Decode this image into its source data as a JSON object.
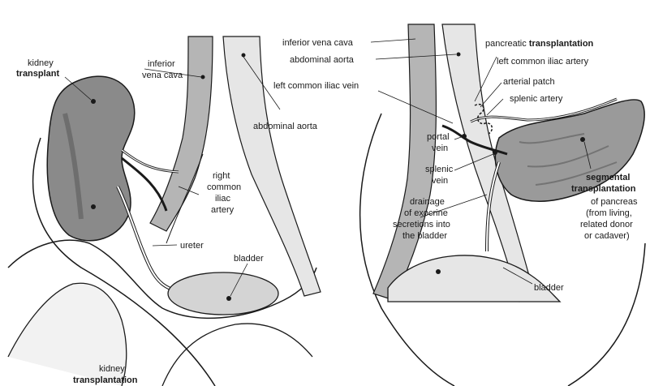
{
  "left_panel": {
    "kidney_label_line1": "kidney",
    "kidney_label_line2": "transplant",
    "ivc_line1": "inferior",
    "ivc_line2": "vena cava",
    "aorta": "abdominal aorta",
    "iliac_line1": "right",
    "iliac_line2": "common",
    "iliac_line3": "iliac",
    "iliac_line4": "artery",
    "ureter": "ureter",
    "bladder": "bladder",
    "caption_line1": "kidney",
    "caption_line2": "transplantation"
  },
  "right_panel": {
    "ivc": "inferior vena cava",
    "aorta": "abdominal aorta",
    "pancreatic_prefix": "pancreatic",
    "pancreatic_bold": "transplantation",
    "left_iliac_artery": "left common iliac artery",
    "left_iliac_vein": "left common iliac vein",
    "arterial_patch": "arterial patch",
    "splenic_artery": "splenic artery",
    "portal_line1": "portal",
    "portal_line2": "vein",
    "splenic_vein_line1": "splenic",
    "splenic_vein_line2": "vein",
    "drainage_line1": "drainage",
    "drainage_line2": "of exocrine",
    "drainage_line3": "secretions into",
    "drainage_line4": "the bladder",
    "segmental_line1": "segmental",
    "segmental_line2": "transplantation",
    "pancreas_line1": "of pancreas",
    "pancreas_line2": "(from living,",
    "pancreas_line3": "related donor",
    "pancreas_line4": "or cadaver)",
    "bladder": "bladder"
  },
  "colors": {
    "ink": "#1a1a1a",
    "organ_fill": "#8a8a8a",
    "organ_dark": "#5c5c5c",
    "vessel_fill": "#b5b5b5",
    "tissue_light": "#e6e6e6"
  }
}
